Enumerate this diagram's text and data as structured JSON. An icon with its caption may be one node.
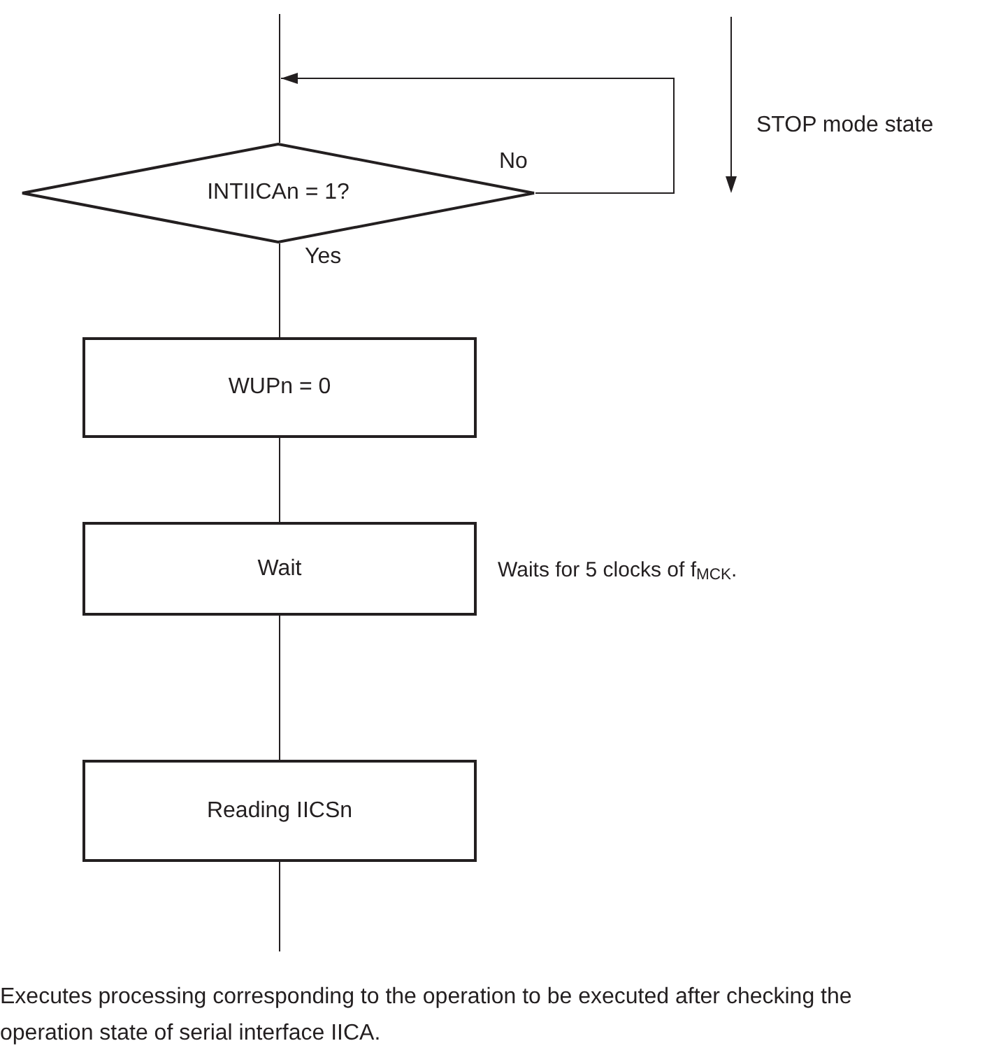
{
  "diagram": {
    "nodes": [
      {
        "text": [
          "INTIICAn = 1?"
        ]
      },
      {
        "text": [
          "WUPn = 0"
        ]
      },
      {
        "text": [
          "Wait"
        ],
        "beside": [
          "Waits for 5 clocks of f$_{MCK}$."
        ]
      },
      {
        "text": [
          "Reading IICSn"
        ]
      }
    ],
    "edges": [
      {
        "from": null,
        "to": 0,
        "arrow": "none"
      },
      {
        "from": 0,
        "to": 0,
        "arrow": "to",
        "label": "No"
      },
      {
        "from": 0,
        "to": 1,
        "arrow": "none",
        "label": "Yes"
      },
      {
        "from": 1,
        "to": 2,
        "arrow": "none"
      },
      {
        "from": 2,
        "to": 3,
        "arrow": "none"
      },
      {
        "from": 3,
        "to": null,
        "arrow": "none"
      }
    ],
    "labels": [
      "STOP mode state",
      "Executes processing corresponding to the operation to be executed after checking the operation state of serial interface IICA."
    ]
  }
}
